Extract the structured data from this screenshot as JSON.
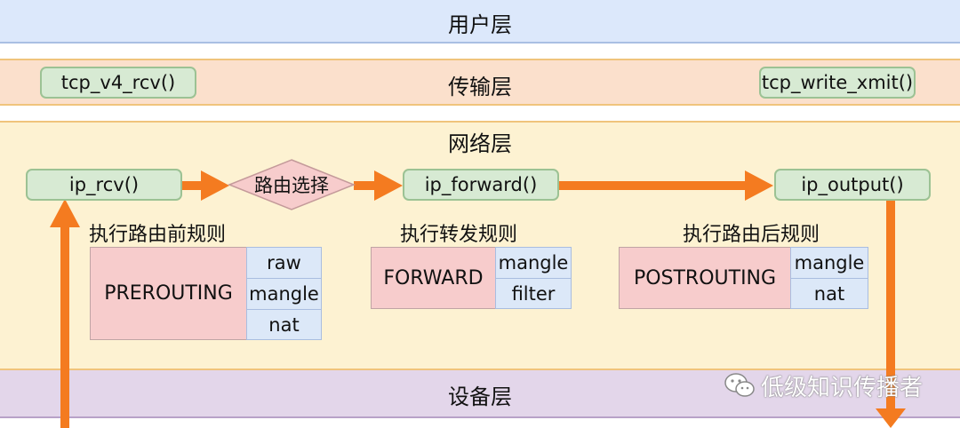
{
  "layers": {
    "user": "用户层",
    "transport": "传输层",
    "network": "网络层",
    "device": "设备层"
  },
  "functions": {
    "tcp_v4_rcv": "tcp_v4_rcv()",
    "tcp_write_xmit": "tcp_write_xmit()",
    "ip_rcv": "ip_rcv()",
    "ip_forward": "ip_forward()",
    "ip_output": "ip_output()"
  },
  "decision": "路由选择",
  "rules": {
    "prerouting": {
      "title": "执行路由前规则",
      "chain": "PREROUTING",
      "tables": [
        "raw",
        "mangle",
        "nat"
      ]
    },
    "forward": {
      "title": "执行转发规则",
      "chain": "FORWARD",
      "tables": [
        "mangle",
        "filter"
      ]
    },
    "postrouting": {
      "title": "执行路由后规则",
      "chain": "POSTROUTING",
      "tables": [
        "mangle",
        "nat"
      ]
    }
  },
  "watermark": "低级知识传播者",
  "colors": {
    "arrow": "#f47b20",
    "function_fill": "#d7ead3",
    "chain_fill": "#f7cccc",
    "table_fill": "#dce8f8"
  }
}
